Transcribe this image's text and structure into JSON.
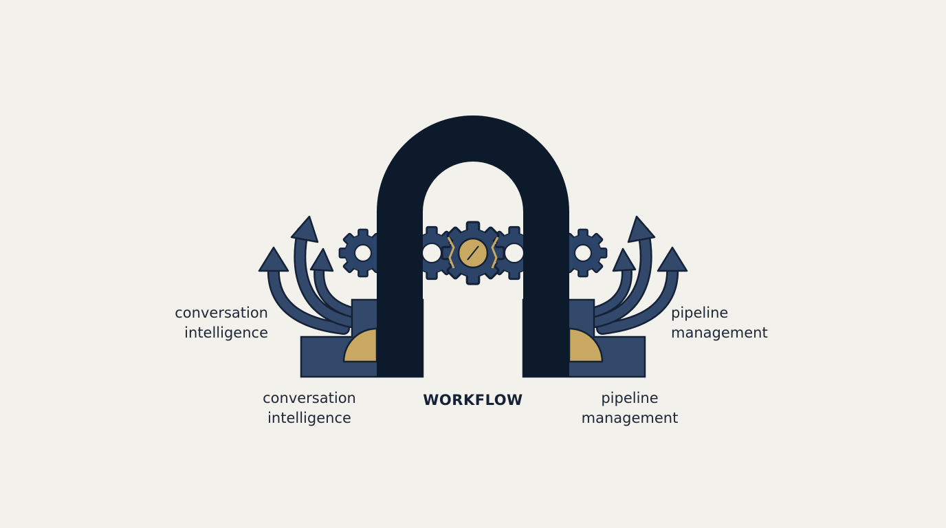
{
  "diagram": {
    "center_label": "WORKFLOW",
    "left_outer_label": {
      "line1": "conversation",
      "line2": "intelligence"
    },
    "left_lower_label": {
      "line1": "conversation",
      "line2": "intelligence"
    },
    "right_outer_label": {
      "line1": "pipeline",
      "line2": "management"
    },
    "right_lower_label": {
      "line1": "pipeline",
      "line2": "management"
    }
  },
  "colors": {
    "background": "#f3f1ec",
    "arch": "#0c1a2c",
    "block": "#33496b",
    "gear": "#2c4468",
    "accent_gold": "#c9a862",
    "outline": "#142136"
  },
  "icons": [
    "gear-icon",
    "arrow-up-icon",
    "quarter-circle-icon",
    "arch-shape"
  ]
}
